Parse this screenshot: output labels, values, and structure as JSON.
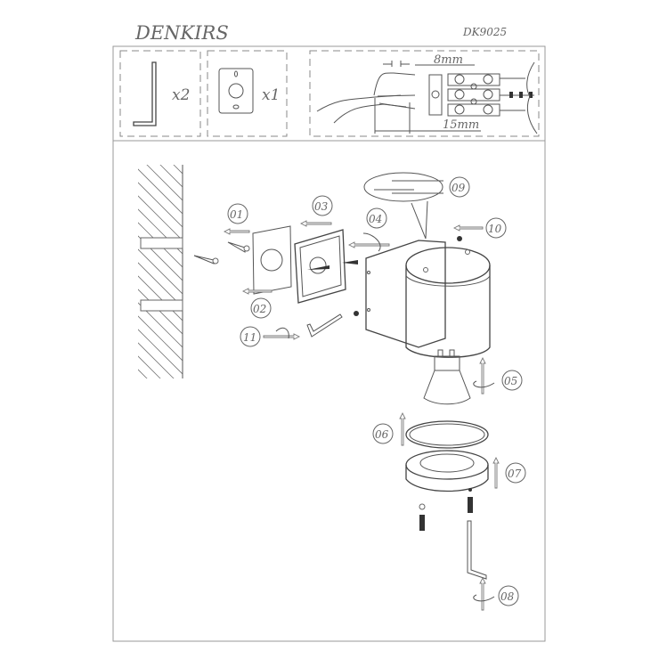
{
  "header": {
    "brand": "DENKIRS",
    "model": "DK9025"
  },
  "parts": [
    {
      "name": "hex-key",
      "qty": "x2"
    },
    {
      "name": "mounting-plate",
      "qty": "x1"
    }
  ],
  "wiring": {
    "strip_length": "8mm",
    "sheath_length": "15mm"
  },
  "steps": [
    "01",
    "02",
    "03",
    "04",
    "05",
    "06",
    "07",
    "08",
    "09",
    "10",
    "11"
  ]
}
